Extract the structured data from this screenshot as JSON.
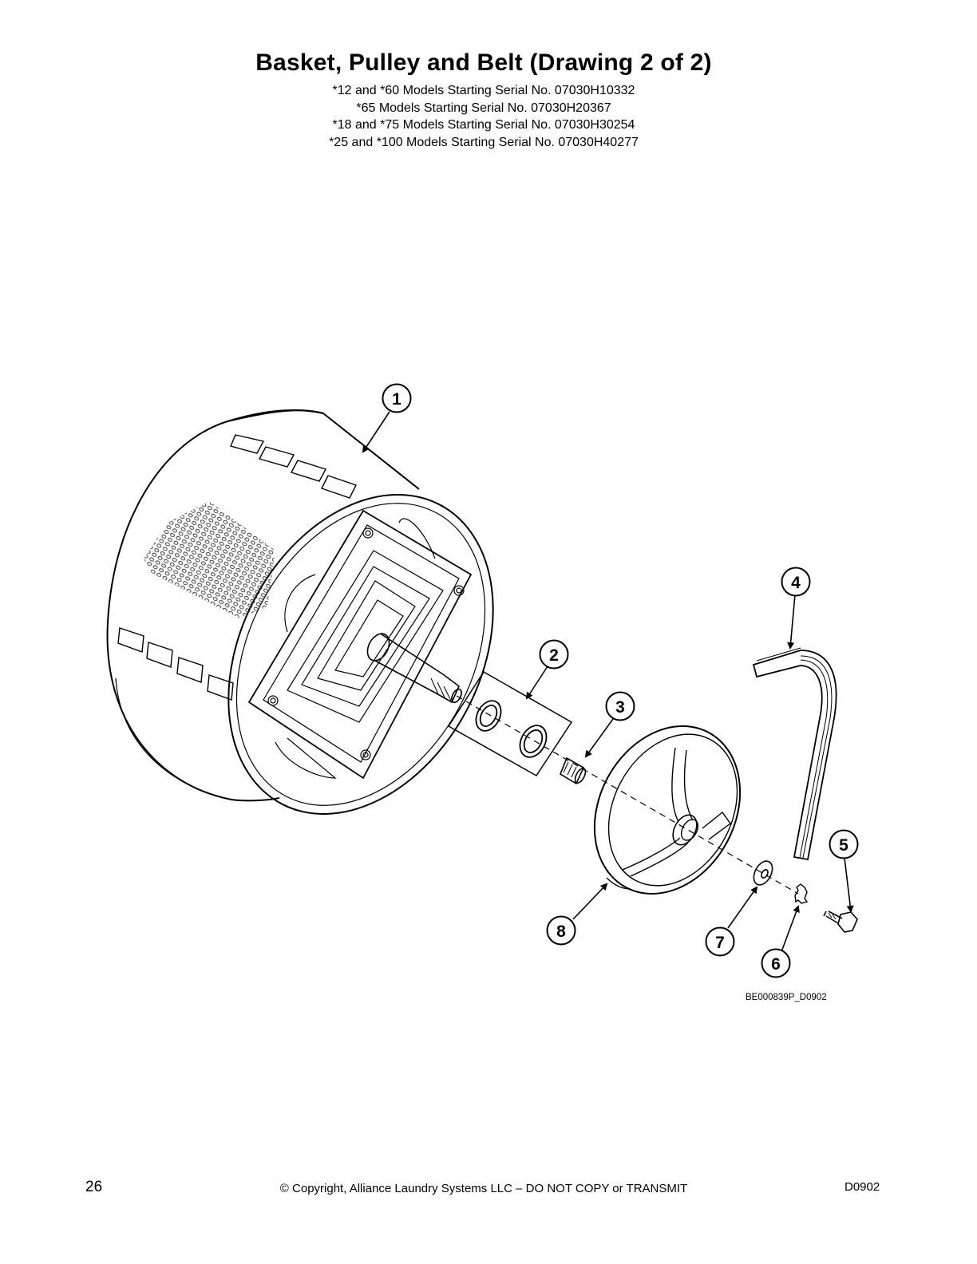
{
  "header": {
    "title": "Basket, Pulley and Belt (Drawing 2 of 2)",
    "serial_lines": [
      "*12 and *60 Models Starting Serial No. 07030H10332",
      "*65 Models Starting Serial No. 07030H20367",
      "*18 and *75 Models Starting Serial No. 07030H30254",
      "*25 and *100 Models Starting Serial No. 07030H40277"
    ]
  },
  "drawing": {
    "callouts": [
      "1",
      "2",
      "3",
      "4",
      "5",
      "6",
      "7",
      "8"
    ],
    "parts": [
      "basket",
      "bearing-seals",
      "bushing",
      "drive-belt",
      "hex-bolt",
      "lock-washer",
      "flat-washer",
      "pulley"
    ],
    "drawing_code": "BE000839P_D0902"
  },
  "footer": {
    "page_number": "26",
    "copyright": "© Copyright, Alliance Laundry Systems LLC – DO NOT COPY or TRANSMIT",
    "doc_code": "D0902"
  }
}
